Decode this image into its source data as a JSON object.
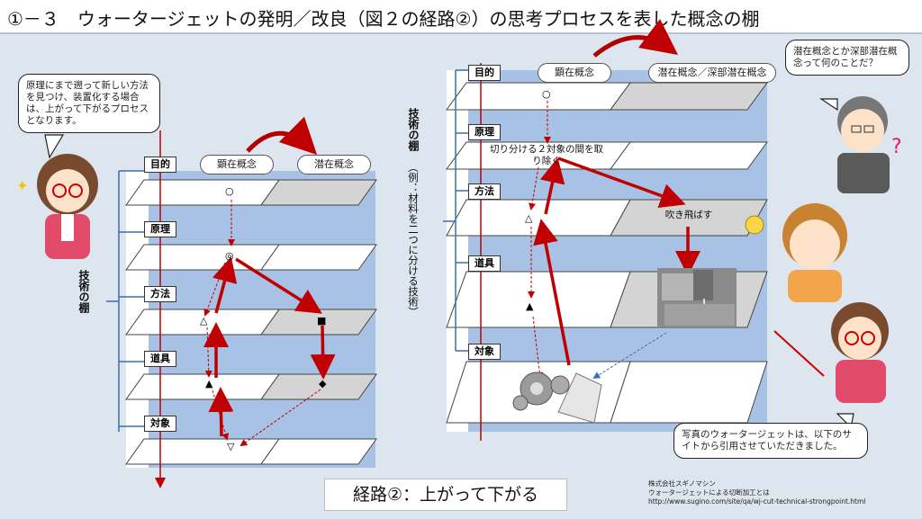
{
  "title": "①－３　ウォータージェットの発明／改良（図２の経路②）の思考プロセスを表した概念の棚",
  "left": {
    "levels": [
      "目的",
      "原理",
      "方法",
      "道具",
      "対象"
    ],
    "explicit": "顕在概念",
    "latent": "潜在概念",
    "vertical_label": "技術の棚",
    "nodes": {
      "goal": "○",
      "principle": "◎",
      "method_l": "△",
      "method_r": "■",
      "tool_l": "▲",
      "tool_r": "◆",
      "object": "▽"
    }
  },
  "right": {
    "levels": [
      "目的",
      "原理",
      "方法",
      "道具",
      "対象"
    ],
    "explicit": "顕在概念",
    "latent": "潜在概念／深部潜在概念",
    "vertical_label": "技術の棚",
    "vertical_sub": "（例：材料を二つに分ける技術）",
    "principle_text": "切り分ける２対象の間を取り除く",
    "method_text": "吹き飛ばす",
    "nodes": {
      "goal": "○",
      "method": "△",
      "tool": "▲"
    }
  },
  "bubbles": {
    "left": "原理にまで遡って新しい方法を見つけ、装置化する場合は、上がって下がるプロセスとなります。",
    "top_right": "潜在概念とか深部潜在概念って何のことだ？",
    "bottom_right": "写真のウォータージェットは、以下のサイトから引用させていただきました。"
  },
  "route_label": "経路②：上がって下がる",
  "credit": {
    "line1": "株式会社スギノマシン",
    "line2": "ウォータージェットによる切断加工とは",
    "line3": "http://www.sugino.com/site/qa/wj-cut-technical-strongpoint.html"
  },
  "colors": {
    "arrow": "#c00000",
    "band": "#a7c2e4",
    "shelf": "#ffffff",
    "shelf_dark": "#d4d4d4"
  }
}
